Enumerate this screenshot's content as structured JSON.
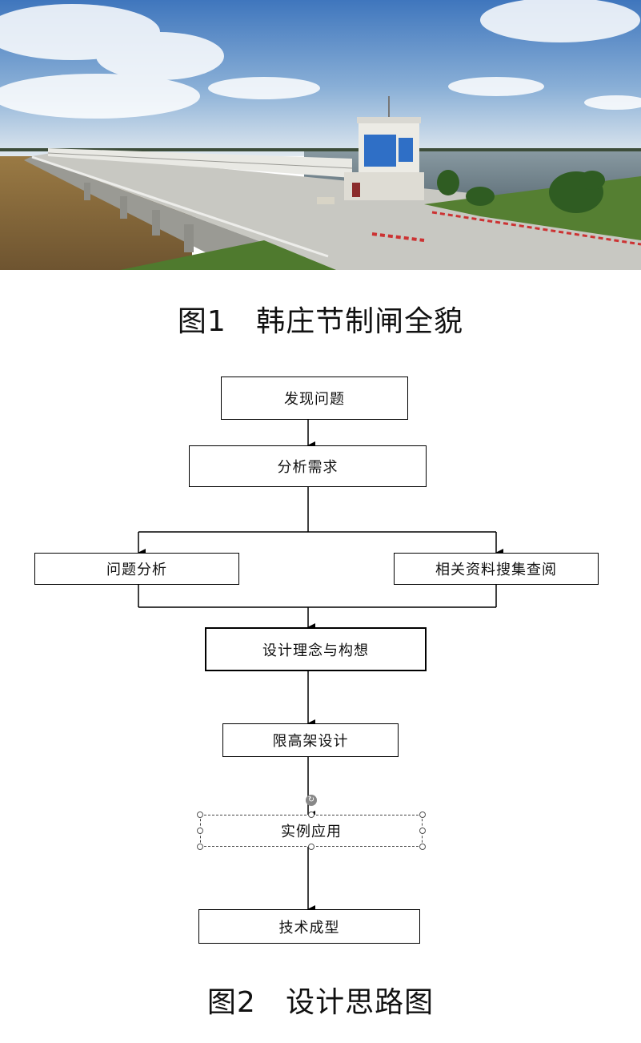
{
  "figure1": {
    "caption": "图1   韩庄节制闸全貌"
  },
  "figure2": {
    "caption": "图2   设计思路图",
    "steps": {
      "discover": "发现问题",
      "analyze_needs": "分析需求",
      "problem_analysis": "问题分析",
      "research": "相关资料搜集查阅",
      "concept": "设计理念与构想",
      "height_limit": "限高架设计",
      "application": "实例应用",
      "finalize": "技术成型"
    }
  },
  "colors": {
    "sky_top": "#4a7fc0",
    "sky_bottom": "#d9e4ee",
    "water": "#6b7e86",
    "river_brown": "#8a6a3a",
    "bridge": "#c9c9c4",
    "grass": "#4f7a2e"
  }
}
